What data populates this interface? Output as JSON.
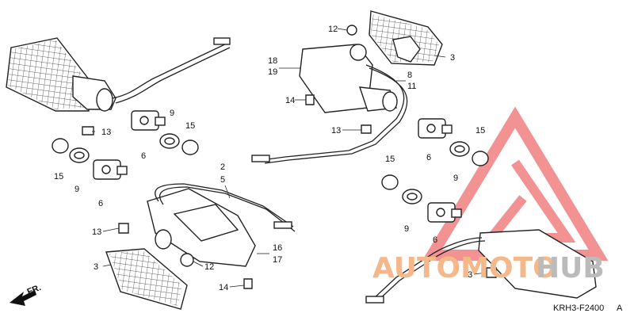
{
  "diagram_code": "KRH3-F2400",
  "diagram_suffix": "A",
  "direction_label": "FR.",
  "watermark": {
    "word_a": "AUTOMOTO",
    "word_b": "HUB",
    "color_a": "#f5b88a",
    "color_b": "#bbbbbb",
    "logo_color": "#f08080"
  },
  "labels": {
    "l12_top": "12",
    "l3_tr": "3",
    "l18": "18",
    "l19": "19",
    "l8": "8",
    "l11": "11",
    "l14_top": "14",
    "l13_mid": "13",
    "l6_r1": "6",
    "l15_r1": "15",
    "l9_r1": "9",
    "l15_r2": "15",
    "l9_r2": "9",
    "l6_r2": "6",
    "l13_br": "13",
    "l13_tl": "13",
    "l9_tl": "9",
    "l15_tl": "15",
    "l6_tl": "6",
    "l15_ml": "15",
    "l9_ml": "9",
    "l6_ml": "6",
    "l2": "2",
    "l5": "5",
    "l13_bl": "13",
    "l16": "16",
    "l17": "17",
    "l3_bl": "3",
    "l12_bl": "12",
    "l14_bl": "14"
  }
}
